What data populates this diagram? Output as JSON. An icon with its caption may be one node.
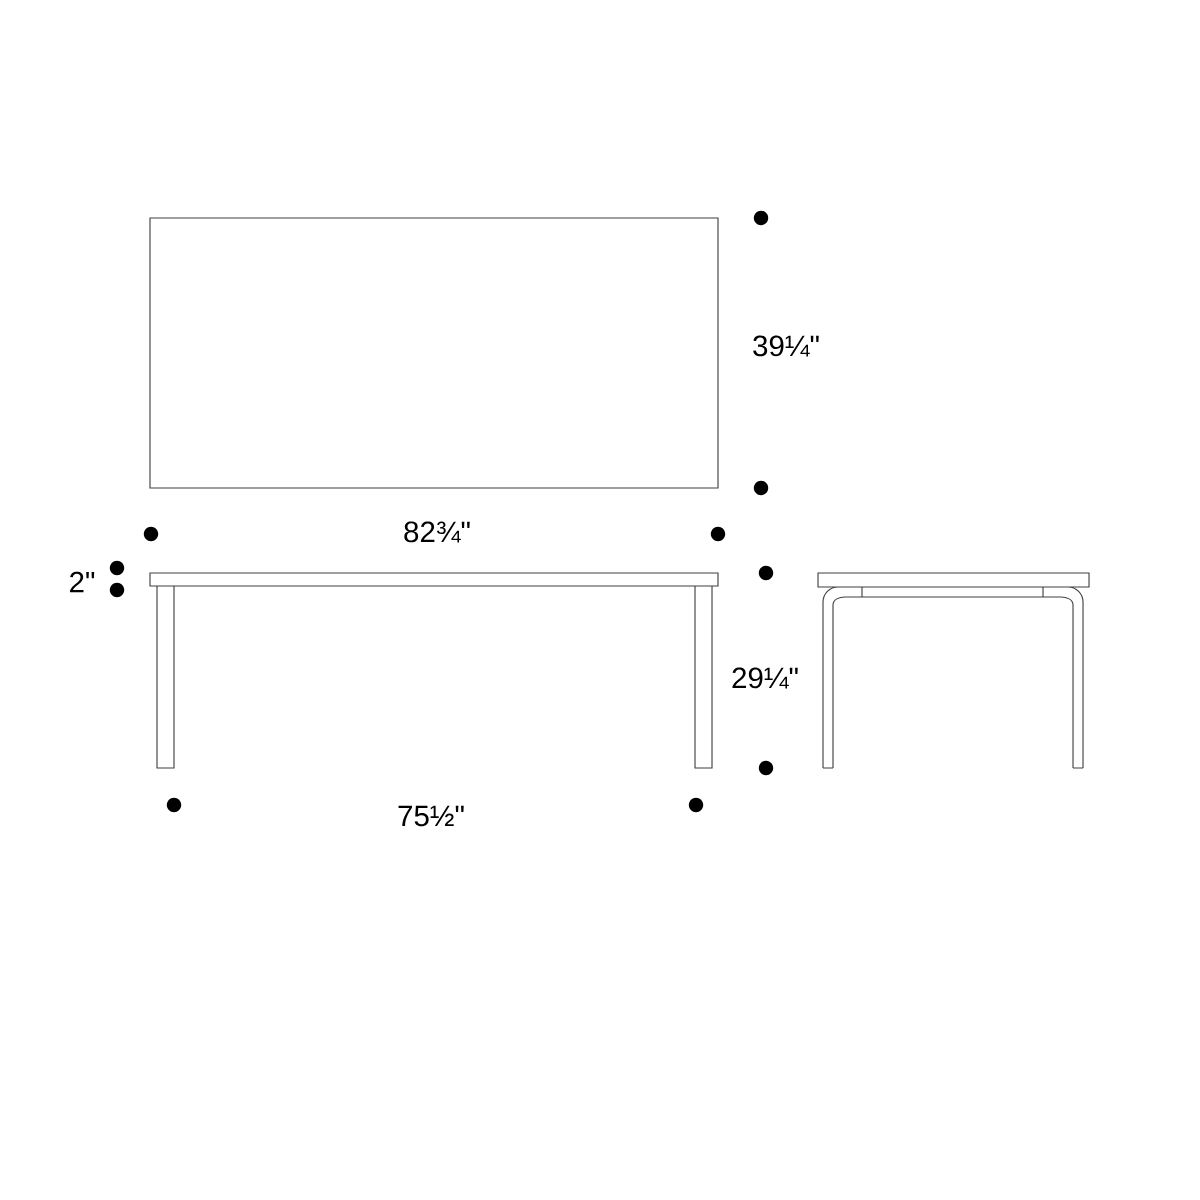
{
  "diagram": {
    "labels": [
      "39¼\"",
      "82¾\"",
      "2\"",
      "29¼\"",
      "75½\""
    ]
  }
}
